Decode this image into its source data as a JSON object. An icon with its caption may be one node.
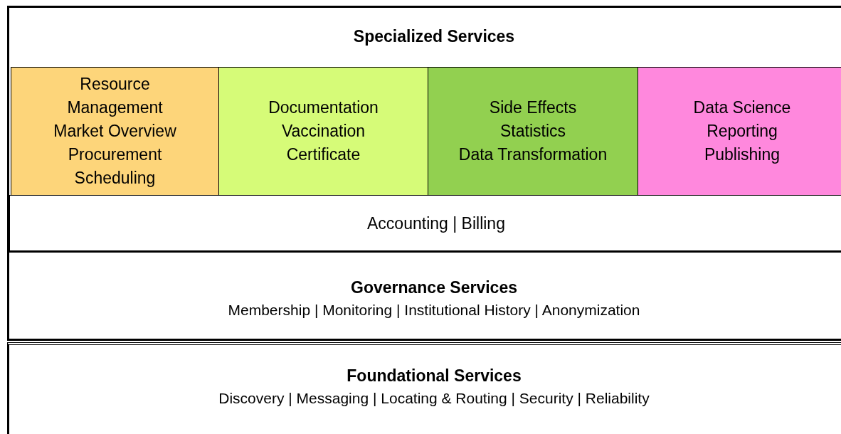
{
  "diagram": {
    "nodes": [
      {
        "text": [
          "Specialized Services"
        ]
      },
      {
        "text": [
          "Resource Management",
          "Market Overview",
          "Procurement",
          "Scheduling"
        ],
        "in": 0
      },
      {
        "text": [
          "Documentation",
          "Vaccination",
          "Certificate"
        ],
        "in": 0
      },
      {
        "text": [
          "Side Effects",
          "Statistics",
          "Data Transformation"
        ],
        "in": 0
      },
      {
        "text": [
          "Data Science",
          "Reporting",
          "Publishing"
        ],
        "in": 0
      },
      {
        "text": [
          "Accounting | Billing"
        ],
        "in": 0
      },
      {
        "text": [
          "Governance Services",
          "Membership | Monitoring | Institutional History | Anonymization"
        ]
      },
      {
        "text": [
          "Foundational Services",
          "Discovery | Messaging | Locating & Routing | Security | Reliability"
        ]
      }
    ],
    "edges": []
  }
}
